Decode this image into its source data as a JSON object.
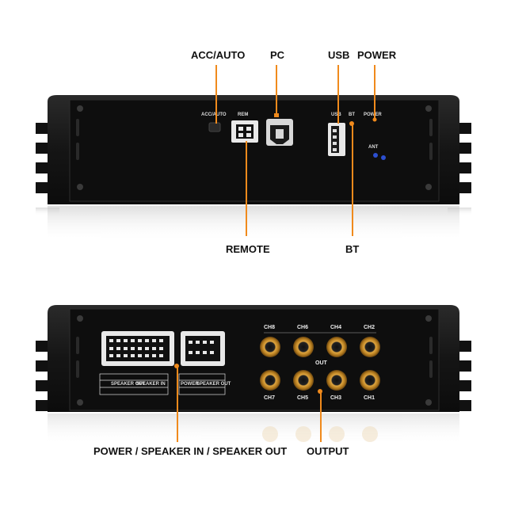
{
  "top_unit": {
    "callouts": {
      "acc_auto": "ACC/AUTO",
      "pc": "PC",
      "usb": "USB",
      "power": "POWER",
      "remote": "REMOTE",
      "bt": "BT"
    },
    "panel_labels": {
      "acc_auto": "ACC/AUTO",
      "rem": "REM",
      "usb": "USB",
      "bt": "BT",
      "power": "POWER",
      "ant": "ANT"
    }
  },
  "bottom_unit": {
    "callouts": {
      "power_speaker": "POWER / SPEAKER IN / SPEAKER OUT",
      "output": "OUTPUT"
    },
    "panel_labels": {
      "speaker_out": "SPEAKER OUT",
      "speaker_in": "SPEAKER IN",
      "power": "POWER",
      "speaker_out_2": "SPEAKER OUT",
      "out": "OUT"
    },
    "channels_top": [
      "CH8",
      "CH6",
      "CH4",
      "CH2"
    ],
    "channels_bottom": [
      "CH7",
      "CH5",
      "CH3",
      "CH1"
    ]
  },
  "colors": {
    "accent": "#f08a1c",
    "body": "#141414",
    "rca_gold": "#c8902a"
  }
}
